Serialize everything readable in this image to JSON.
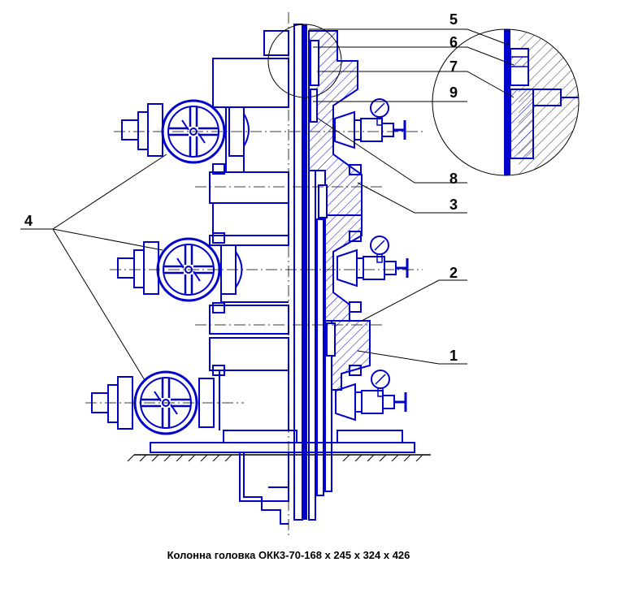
{
  "caption": "Колонна головка ОКК3-70-168 х 245 х 324 х 426",
  "callouts": [
    "5",
    "6",
    "7",
    "9",
    "8",
    "3",
    "2",
    "1",
    "4"
  ],
  "colors": {
    "line": "#0000cc",
    "leader": "#000000",
    "hatch": "#0000cc",
    "background": "#ffffff"
  }
}
